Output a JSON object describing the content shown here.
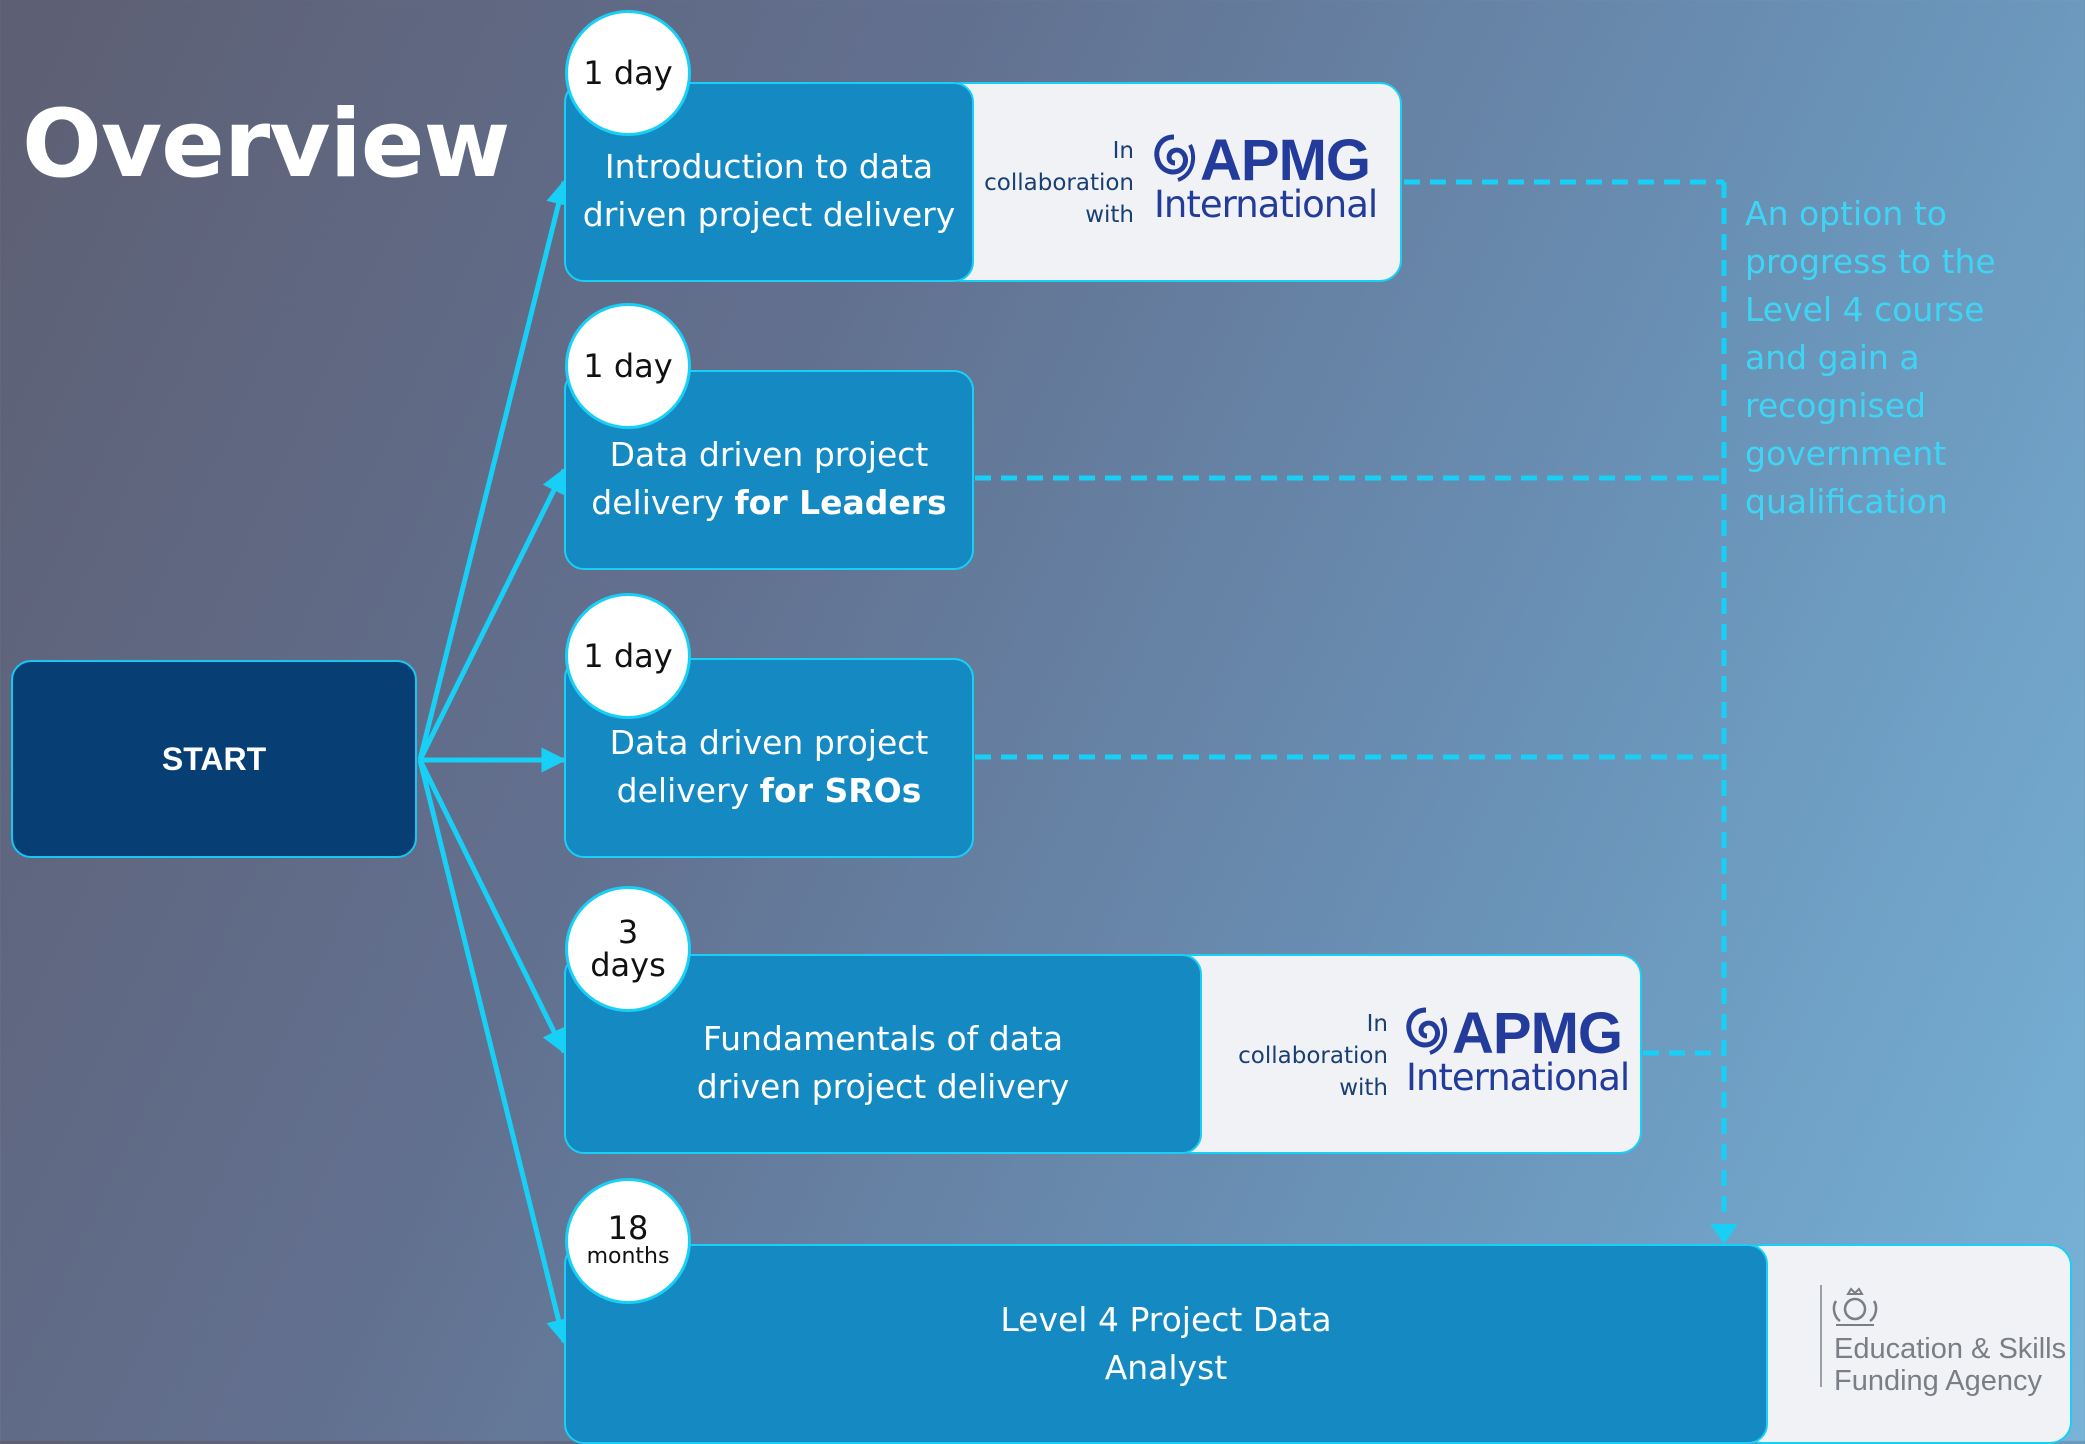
{
  "title": "Overview",
  "start": {
    "label": "START"
  },
  "cards": [
    {
      "badge_lines": [
        "1 day"
      ],
      "lines": [
        "Introduction to data",
        "driven project delivery"
      ],
      "bold_suffix": [
        "",
        ""
      ],
      "partner": "APMG International"
    },
    {
      "badge_lines": [
        "1 day"
      ],
      "lines": [
        "Data driven project",
        "delivery "
      ],
      "bold_suffix": [
        "",
        "for Leaders"
      ],
      "partner": null
    },
    {
      "badge_lines": [
        "1 day"
      ],
      "lines": [
        "Data driven project",
        "delivery "
      ],
      "bold_suffix": [
        "",
        "for SROs"
      ],
      "partner": null
    },
    {
      "badge_lines": [
        "3",
        "days"
      ],
      "lines": [
        "Fundamentals of data",
        "driven project delivery"
      ],
      "bold_suffix": [
        "",
        ""
      ],
      "partner": "APMG International"
    },
    {
      "badge_lines": [
        "18",
        "months"
      ],
      "lines": [
        "Level 4 Project Data",
        "Analyst"
      ],
      "bold_suffix": [
        "",
        ""
      ],
      "partner": "Education & Skills Funding Agency"
    }
  ],
  "partner_text": {
    "collab_lines": [
      "In",
      "collaboration",
      "with"
    ],
    "apmg_word": "APMG",
    "apmg_sub": "International",
    "esfa_lines": [
      "Education & Skills",
      "Funding Agency"
    ]
  },
  "note_text": "An option to progress to the Level 4 course and gain a recognised government qualification",
  "icons": [
    "apmg-swirl-icon",
    "royal-crest-icon"
  ],
  "colors": {
    "accent_cyan": "#18cff6",
    "card_blue": "#1489c2",
    "start_navy": "#073f75",
    "note_cyan": "#3ed5f5",
    "apmg_navy": "#233c9c"
  }
}
